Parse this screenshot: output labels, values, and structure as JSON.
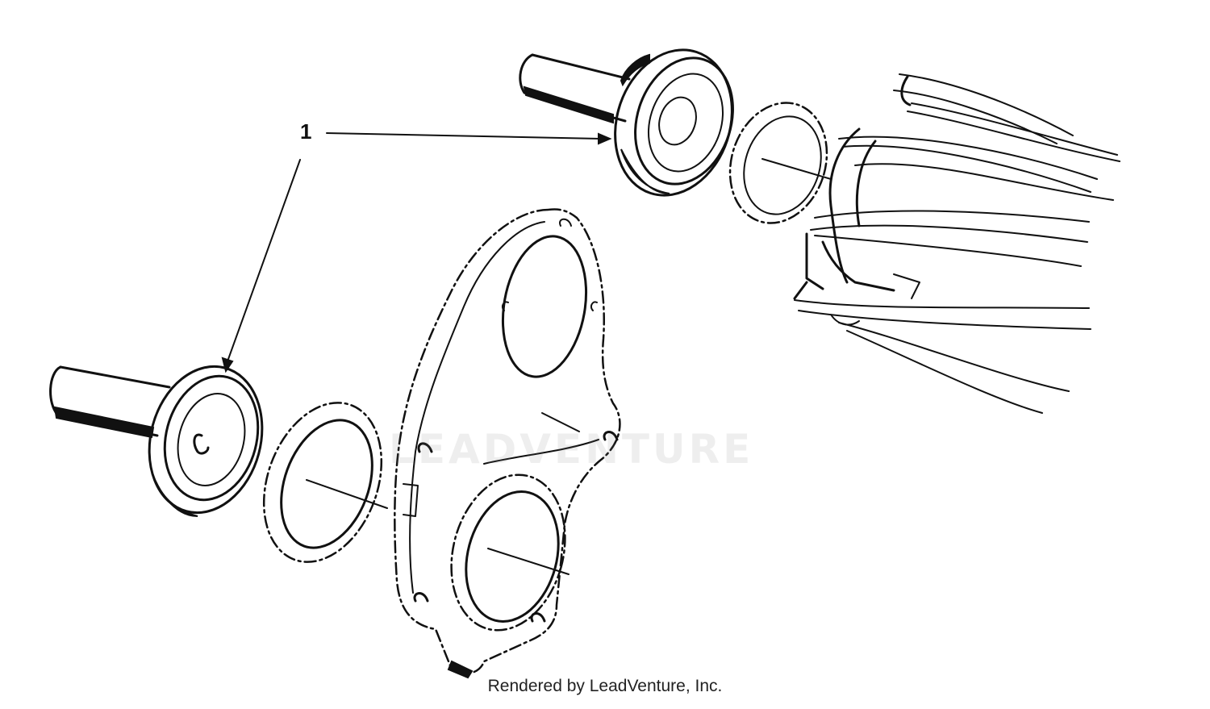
{
  "diagram": {
    "callout_number": "1",
    "watermark_text": "LEADVENTURE",
    "credit_text": "Rendered by LeadVenture, Inc.",
    "colors": {
      "ink": "#111111",
      "background": "#ffffff",
      "watermark": "#787878"
    }
  }
}
